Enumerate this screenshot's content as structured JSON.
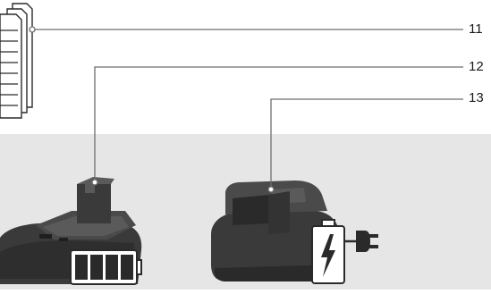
{
  "callouts": {
    "documents": "11",
    "battery_pack": "12",
    "charger": "13"
  },
  "colors": {
    "panel_background": "#e6e6e6",
    "device_body": "#3a3a3a",
    "device_highlight": "#5a5a5a",
    "leader_line": "#6e6e6e",
    "icon_fill": "#ffffff",
    "icon_stroke": "#2a2a2a"
  },
  "icons": {
    "documents": "document-stack-icon",
    "battery_level": "battery-full-icon",
    "charging": "battery-charging-icon",
    "plug": "power-plug-icon"
  }
}
